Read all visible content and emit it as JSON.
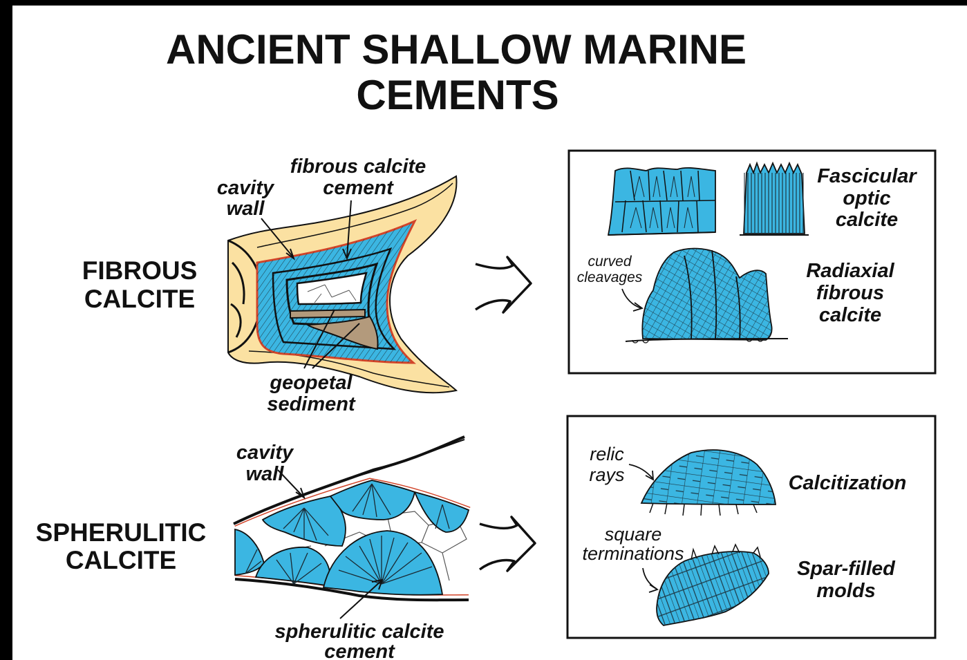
{
  "title": {
    "line1": "ANCIENT SHALLOW MARINE",
    "line2": "CEMENTS"
  },
  "fibrous": {
    "section_label": {
      "line1": "FIBROUS",
      "line2": "CALCITE"
    },
    "callouts": {
      "fibrous_cement": {
        "line1": "fibrous calcite",
        "line2": "cement"
      },
      "cavity_wall": {
        "line1": "cavity",
        "line2": "wall"
      },
      "geopetal": {
        "line1": "geopetal",
        "line2": "sediment"
      }
    },
    "panel": {
      "fascicular": {
        "line1": "Fascicular",
        "line2": "optic",
        "line3": "calcite"
      },
      "radiaxial": {
        "line1": "Radiaxial",
        "line2": "fibrous",
        "line3": "calcite"
      },
      "curved_cleavages": {
        "line1": "curved",
        "line2": "cleavages"
      }
    }
  },
  "spherulitic": {
    "section_label": {
      "line1": "SPHERULITIC",
      "line2": "CALCITE"
    },
    "callouts": {
      "cavity_wall": {
        "line1": "cavity",
        "line2": "wall"
      },
      "spherulitic_cement": {
        "line1": "spherulitic calcite",
        "line2": "cement"
      }
    },
    "panel": {
      "relic_rays": {
        "line1": "relic",
        "line2": "rays"
      },
      "calcitization": "Calcitization",
      "square_terminations": {
        "line1": "square",
        "line2": "terminations"
      },
      "spar_filled": {
        "line1": "Spar-filled",
        "line2": "molds"
      }
    }
  },
  "colors": {
    "cement_blue": "#3bb6e2",
    "wall_tan": "#fbe1a2",
    "sediment_brown": "#b39a7c",
    "rim_red": "#d2452a",
    "ink": "#111111"
  }
}
